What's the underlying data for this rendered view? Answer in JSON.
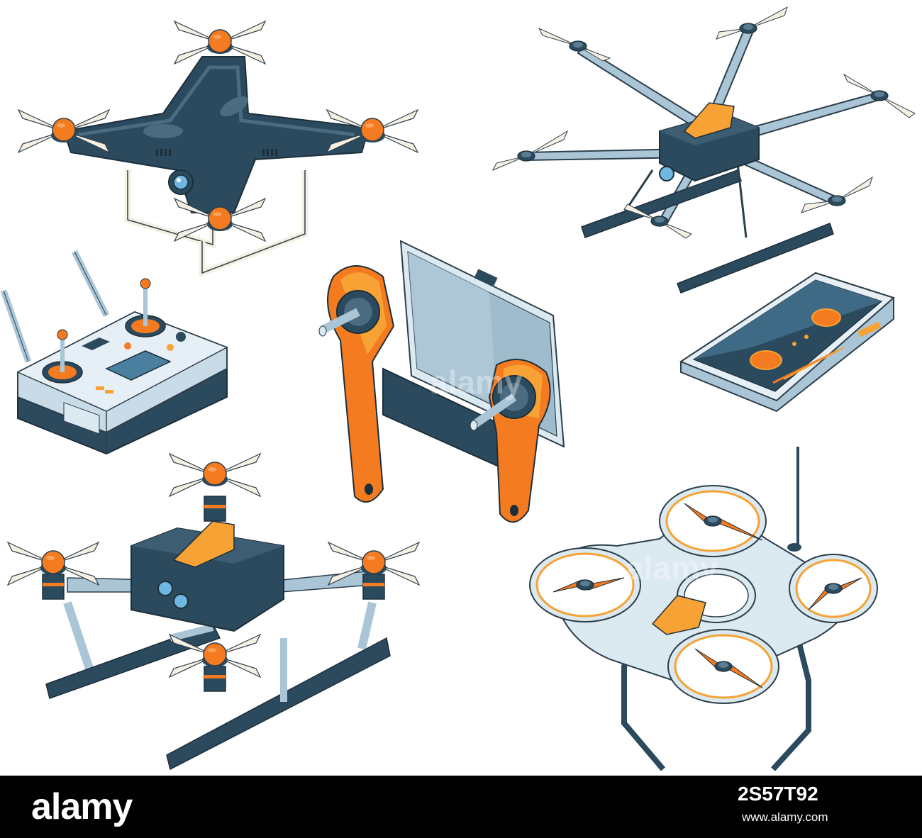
{
  "footer": {
    "logo_text": "alamy",
    "image_id": "2S57T92",
    "url": "www.alamy.com"
  },
  "watermark": {
    "text": "alamy"
  },
  "illustration": {
    "items": [
      "quadcopter-drone",
      "hexacopter-drone",
      "remote-controller",
      "tablet-gamepad-controller",
      "tablet",
      "camera-quadcopter",
      "ducted-quadcopter"
    ]
  },
  "colors": {
    "navy": "#2c4a5e",
    "orange": "#f47b20",
    "light_orange": "#f7a234",
    "steel": "#a9c5d6",
    "light_blue": "#dbe9f1",
    "propeller": "#f6f0e2",
    "footer_bg": "#000000"
  }
}
